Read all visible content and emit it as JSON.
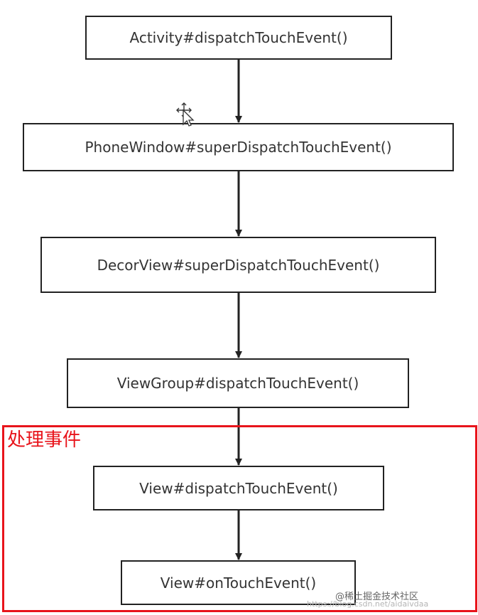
{
  "diagram": {
    "nodes": [
      {
        "id": "activity",
        "label": "Activity#dispatchTouchEvent()"
      },
      {
        "id": "phonewindow",
        "label": "PhoneWindow#superDispatchTouchEvent()"
      },
      {
        "id": "decorview",
        "label": "DecorView#superDispatchTouchEvent()"
      },
      {
        "id": "viewgroup",
        "label": "ViewGroup#dispatchTouchEvent()"
      },
      {
        "id": "view-dispatch",
        "label": "View#dispatchTouchEvent()"
      },
      {
        "id": "view-ontouch",
        "label": "View#onTouchEvent()"
      }
    ],
    "edges": [
      {
        "from": "activity",
        "to": "phonewindow"
      },
      {
        "from": "phonewindow",
        "to": "decorview"
      },
      {
        "from": "decorview",
        "to": "viewgroup"
      },
      {
        "from": "viewgroup",
        "to": "view-dispatch"
      },
      {
        "from": "view-dispatch",
        "to": "view-ontouch"
      }
    ],
    "region": {
      "label": "处理事件",
      "color": "#e8141b"
    }
  },
  "watermark": {
    "text": "@稀土掘金技术社区",
    "url": "https://blog.csdn.net/aidaivdaa"
  },
  "colors": {
    "stroke": "#222222",
    "text": "#333333",
    "accent": "#e8141b"
  },
  "icons": {
    "cursor": "move-cursor-icon"
  }
}
